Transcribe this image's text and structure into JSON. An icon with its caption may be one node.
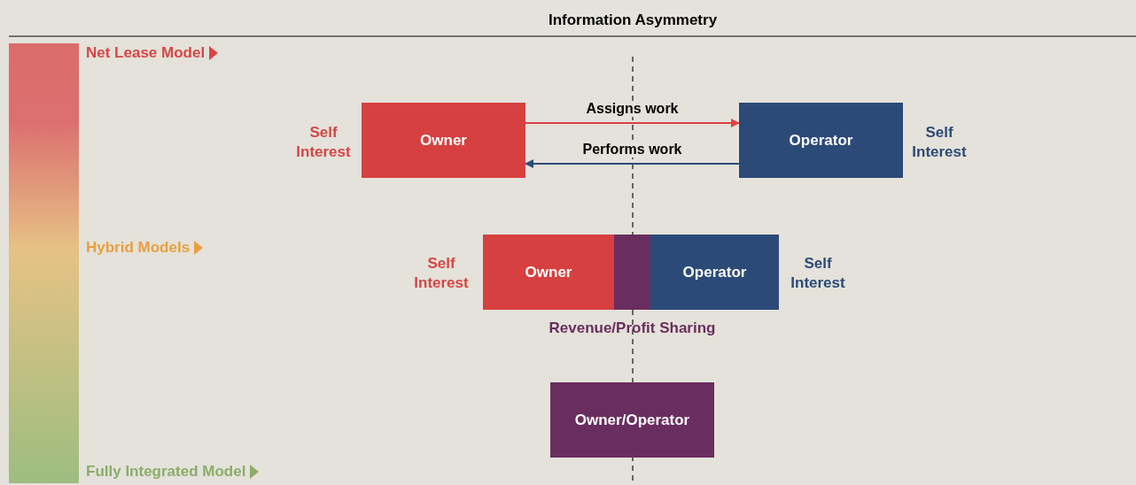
{
  "diagram": {
    "title": "Information Asymmetry",
    "nodes": [
      {
        "text": [
          "Owner"
        ],
        "beside": [
          "Self Interest"
        ]
      },
      {
        "text": [
          "Operator"
        ],
        "beside": [
          "Self Interest"
        ]
      },
      {
        "text": [
          "Owner"
        ],
        "beside": [
          "Self Interest"
        ]
      },
      {
        "text": [
          "Revenue/Profit Sharing"
        ]
      },
      {
        "text": [
          "Operator"
        ],
        "beside": [
          "Self Interest"
        ]
      },
      {
        "text": [
          "Owner/Operator"
        ]
      }
    ],
    "edges": [
      {
        "from": 0,
        "to": 1,
        "arrow": "to",
        "label": "Assigns work",
        "color": "#d64545"
      },
      {
        "from": 1,
        "to": 0,
        "arrow": "to",
        "label": "Performs work",
        "color": "#2c4a78"
      }
    ],
    "labels": [
      "Net Lease Model",
      "Hybrid Models",
      "Fully Integrated Model"
    ]
  }
}
